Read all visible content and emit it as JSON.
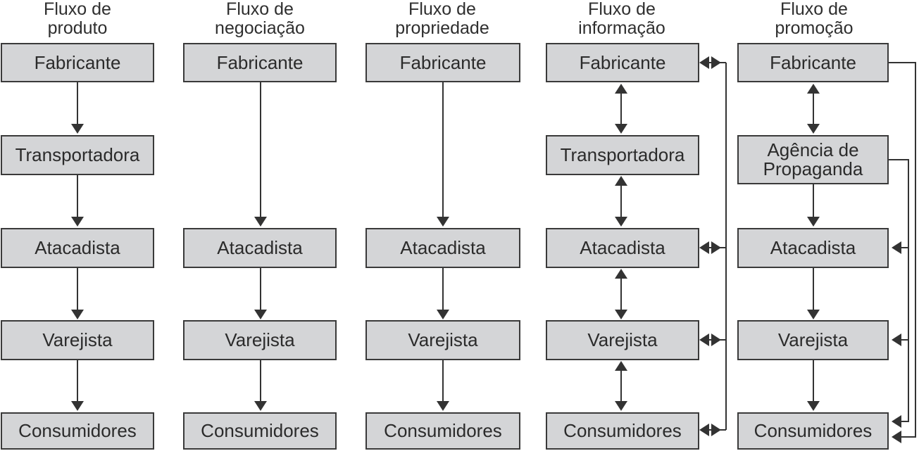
{
  "columns": [
    {
      "title_line1": "Fluxo de",
      "title_line2": "produto",
      "boxes": [
        "Fabricante",
        "Transportadora",
        "Atacadista",
        "Varejista",
        "Consumidores"
      ]
    },
    {
      "title_line1": "Fluxo de",
      "title_line2": "negociação",
      "boxes": [
        "Fabricante",
        "Atacadista",
        "Varejista",
        "Consumidores"
      ]
    },
    {
      "title_line1": "Fluxo de",
      "title_line2": "propriedade",
      "boxes": [
        "Fabricante",
        "Atacadista",
        "Varejista",
        "Consumidores"
      ]
    },
    {
      "title_line1": "Fluxo de",
      "title_line2": "informação",
      "boxes": [
        "Fabricante",
        "Transportadora",
        "Atacadista",
        "Varejista",
        "Consumidores"
      ]
    },
    {
      "title_line1": "Fluxo de",
      "title_line2": "promoção",
      "boxes": [
        "Fabricante",
        "Agência de",
        "Propaganda",
        "Atacadista",
        "Varejista",
        "Consumidores"
      ]
    }
  ]
}
